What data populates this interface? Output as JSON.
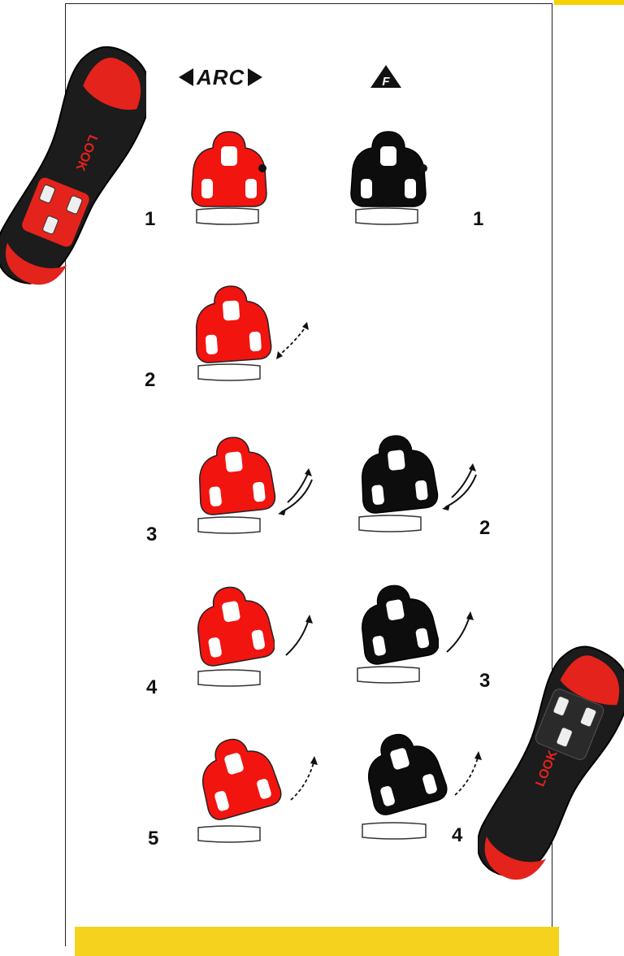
{
  "headers": {
    "left": "ARC",
    "right_letter": "F"
  },
  "colors": {
    "red_cleat": "#f2140f",
    "black_cleat": "#0d0d0d",
    "yellow_bar": "#f5d21e",
    "sole_red": "#e3231c",
    "sole_black": "#1a1a1a"
  },
  "left_column_numbers": [
    "1",
    "2",
    "3",
    "4",
    "5"
  ],
  "right_column_numbers": [
    "1",
    "2",
    "3",
    "4"
  ],
  "sole_logo": "LOOK",
  "icons": [
    "arc-cleat-icon",
    "f-cleat-icon",
    "rotation-arrow-icon",
    "dashed-arrow-icon",
    "double-arrow-icon",
    "dot-icon"
  ]
}
